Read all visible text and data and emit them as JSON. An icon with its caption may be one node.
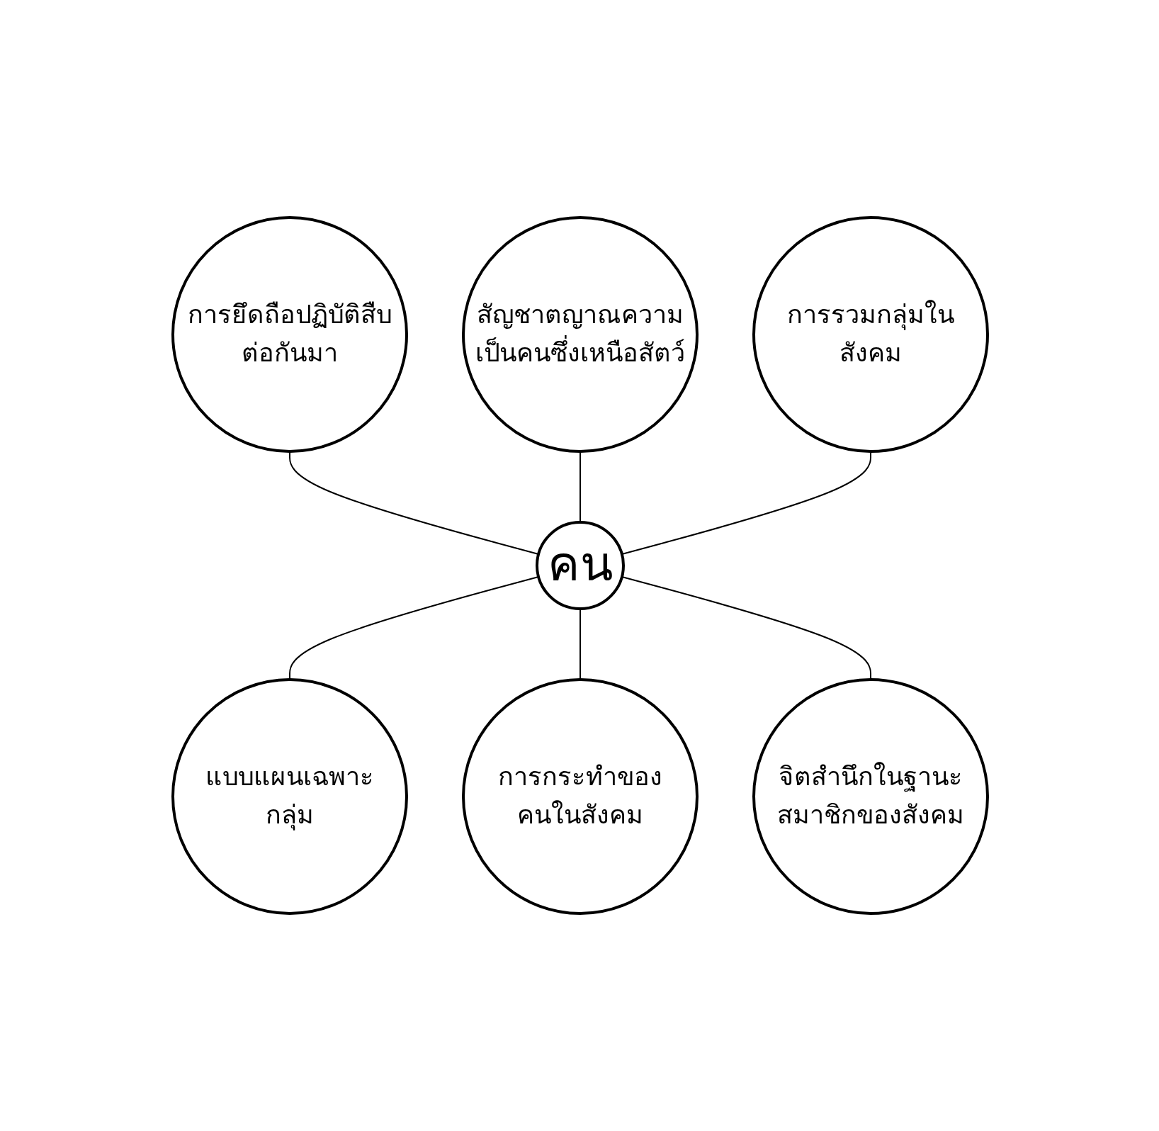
{
  "diagram": {
    "nodes": [
      {
        "text": [
          "คน"
        ]
      },
      {
        "text": [
          "สัญชาตญาณความเป็นคนซึ่งเหนือสัตว์"
        ]
      },
      {
        "text": [
          "การรวมกลุ่มในสังคม"
        ]
      },
      {
        "text": [
          "จิตสำนึกในฐานะสมาชิกของสังคม"
        ]
      },
      {
        "text": [
          "การกระทำของคนในสังคม"
        ]
      },
      {
        "text": [
          "แบบแผนเฉพาะกลุ่ม"
        ]
      },
      {
        "text": [
          "การยึดถือปฏิบัติสืบต่อกันมา"
        ]
      }
    ],
    "edges": [
      {
        "from": 6,
        "to": 0,
        "arrow": "none"
      },
      {
        "from": 1,
        "to": 0,
        "arrow": "none"
      },
      {
        "from": 2,
        "to": 0,
        "arrow": "none"
      },
      {
        "from": 0,
        "to": 5,
        "arrow": "none"
      },
      {
        "from": 0,
        "to": 4,
        "arrow": "none"
      },
      {
        "from": 0,
        "to": 3,
        "arrow": "none"
      }
    ]
  }
}
